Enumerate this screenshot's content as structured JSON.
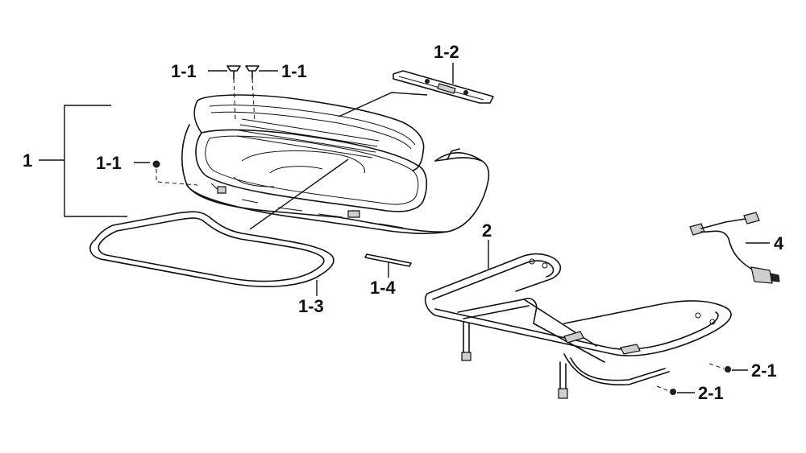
{
  "diagram": {
    "callouts": {
      "assembly_1": "1",
      "screw_top_left": "1-1",
      "screw_top_right": "1-1",
      "screw_side": "1-1",
      "lid_bracket": "1-2",
      "seal_gasket": "1-3",
      "rod": "1-4",
      "carrier_rack": "2",
      "bolt_upper": "2-1",
      "bolt_lower": "2-1",
      "wire_harness": "4"
    }
  }
}
